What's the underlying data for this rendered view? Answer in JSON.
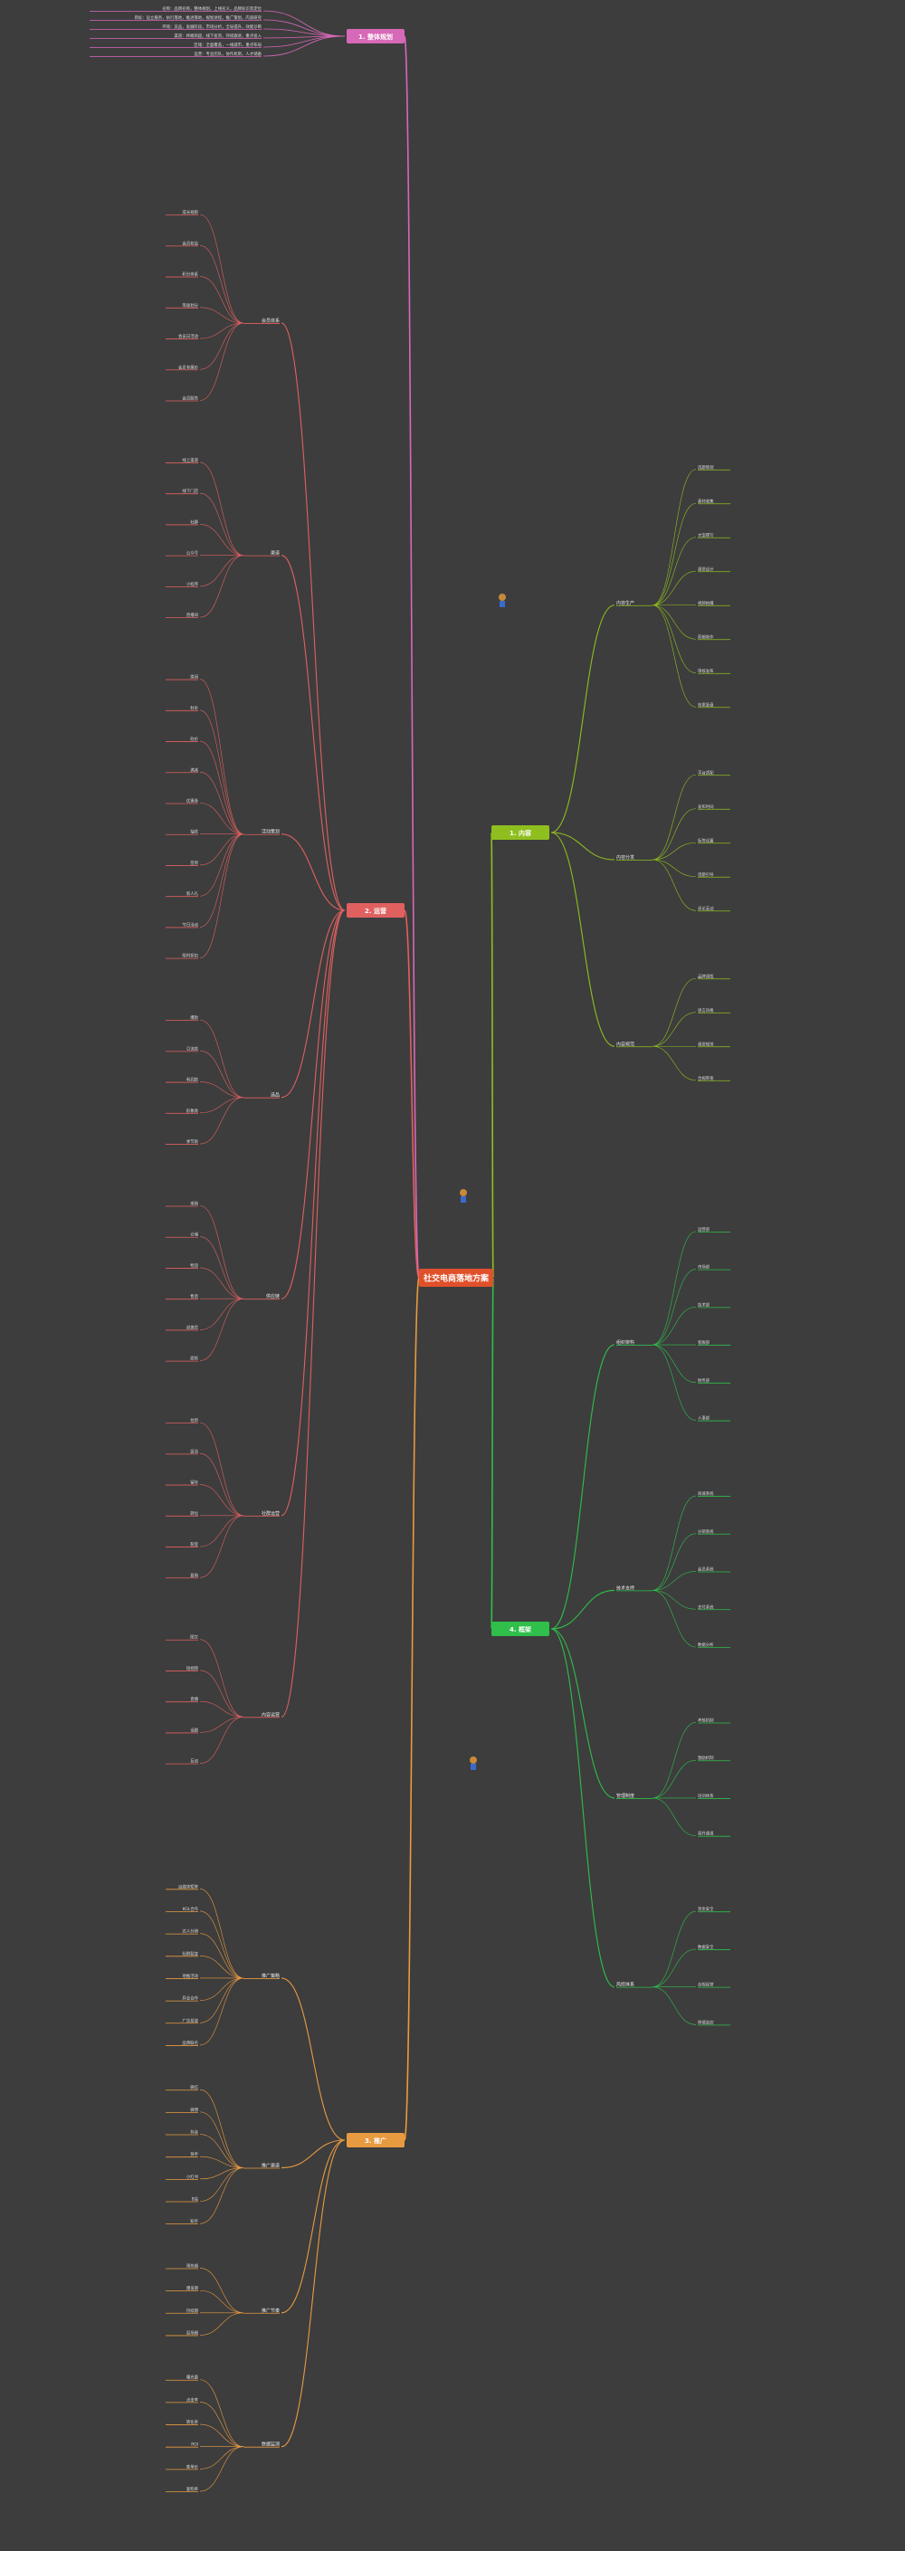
{
  "root": {
    "label": "社交电商落地方案",
    "color": "#e0502a"
  },
  "branches": [
    {
      "id": "b1",
      "label": "1. 整体规划",
      "color": "#d868b8",
      "side": "left",
      "leaves": [
        "名称：品牌名称，整体规划，上线名义，品牌标识及定位",
        "目标：设立服务，执行落地，推进落地，规划进程，推广策划，内容研究",
        "环境：竞品，发展阶段，市场分析，全局提升，效能诊断",
        "渠道：终端商超，线下投资，持续跟进，重点投入",
        "区域：全面覆盖，一线城市，重点布局",
        "运营：专业团队，协作机制，人才储备"
      ]
    },
    {
      "id": "b2",
      "label": "2. 运营",
      "color": "#e06060",
      "side": "left",
      "groups": [
        {
          "label": "会员体系",
          "items": [
            "成长规则",
            "会员权益",
            "积分体系",
            "等级划分",
            "会员日活动",
            "会员专属价",
            "会员服务"
          ]
        },
        {
          "label": "渠道",
          "items": [
            "线上渠道",
            "线下门店",
            "社群",
            "公众号",
            "小程序",
            "直播间"
          ]
        },
        {
          "label": "活动策划",
          "items": [
            "拼团",
            "秒杀",
            "砍价",
            "满减",
            "优惠券",
            "抽奖",
            "签到",
            "新人礼",
            "节日活动",
            "限时折扣"
          ]
        },
        {
          "label": "选品",
          "items": [
            "爆款",
            "引流款",
            "利润款",
            "形象款",
            "季节款"
          ]
        },
        {
          "label": "供应链",
          "items": [
            "采购",
            "仓储",
            "物流",
            "售后",
            "退换货",
            "质检"
          ]
        },
        {
          "label": "社群运营",
          "items": [
            "拉新",
            "促活",
            "留存",
            "转化",
            "裂变",
            "复购"
          ]
        },
        {
          "label": "内容运营",
          "items": [
            "图文",
            "短视频",
            "直播",
            "话题",
            "互动"
          ]
        }
      ]
    },
    {
      "id": "b3",
      "label": "3. 推广",
      "color": "#e89a40",
      "side": "left",
      "groups": [
        {
          "label": "推广策略",
          "items": [
            "自媒体矩阵",
            "KOL合作",
            "达人分销",
            "社群裂变",
            "地推活动",
            "异业合作",
            "广告投放",
            "品牌联名"
          ]
        },
        {
          "label": "推广渠道",
          "items": [
            "微信",
            "微博",
            "抖音",
            "快手",
            "小红书",
            "B站",
            "知乎"
          ]
        },
        {
          "label": "推广节奏",
          "items": [
            "预热期",
            "爆发期",
            "持续期",
            "返场期"
          ]
        },
        {
          "label": "数据监测",
          "items": [
            "曝光量",
            "点击率",
            "转化率",
            "ROI",
            "客单价",
            "复购率"
          ]
        }
      ]
    },
    {
      "id": "b4",
      "label": "1. 内容",
      "color": "#8fbf1f",
      "side": "right",
      "groups": [
        {
          "label": "内容生产",
          "items": [
            "选题策划",
            "素材收集",
            "文案撰写",
            "视觉设计",
            "视频拍摄",
            "剪辑制作",
            "审核发布",
            "效果复盘"
          ]
        },
        {
          "label": "内容分发",
          "items": [
            "平台适配",
            "发布时间",
            "标签设置",
            "话题引导",
            "评论互动"
          ]
        },
        {
          "label": "内容规范",
          "items": [
            "品牌调性",
            "语言风格",
            "视觉规范",
            "合规审查"
          ]
        }
      ]
    },
    {
      "id": "b5",
      "label": "4. 框架",
      "color": "#2fbf4a",
      "side": "right",
      "groups": [
        {
          "label": "组织架构",
          "items": [
            "运营部",
            "市场部",
            "技术部",
            "客服部",
            "财务部",
            "人事部"
          ]
        },
        {
          "label": "技术支持",
          "items": [
            "商城系统",
            "分销系统",
            "会员系统",
            "支付系统",
            "数据分析"
          ]
        },
        {
          "label": "管理制度",
          "items": [
            "考核机制",
            "激励机制",
            "培训体系",
            "晋升通道"
          ]
        },
        {
          "label": "风控体系",
          "items": [
            "资金安全",
            "数据安全",
            "合规经营",
            "舆情监控"
          ]
        }
      ]
    }
  ]
}
